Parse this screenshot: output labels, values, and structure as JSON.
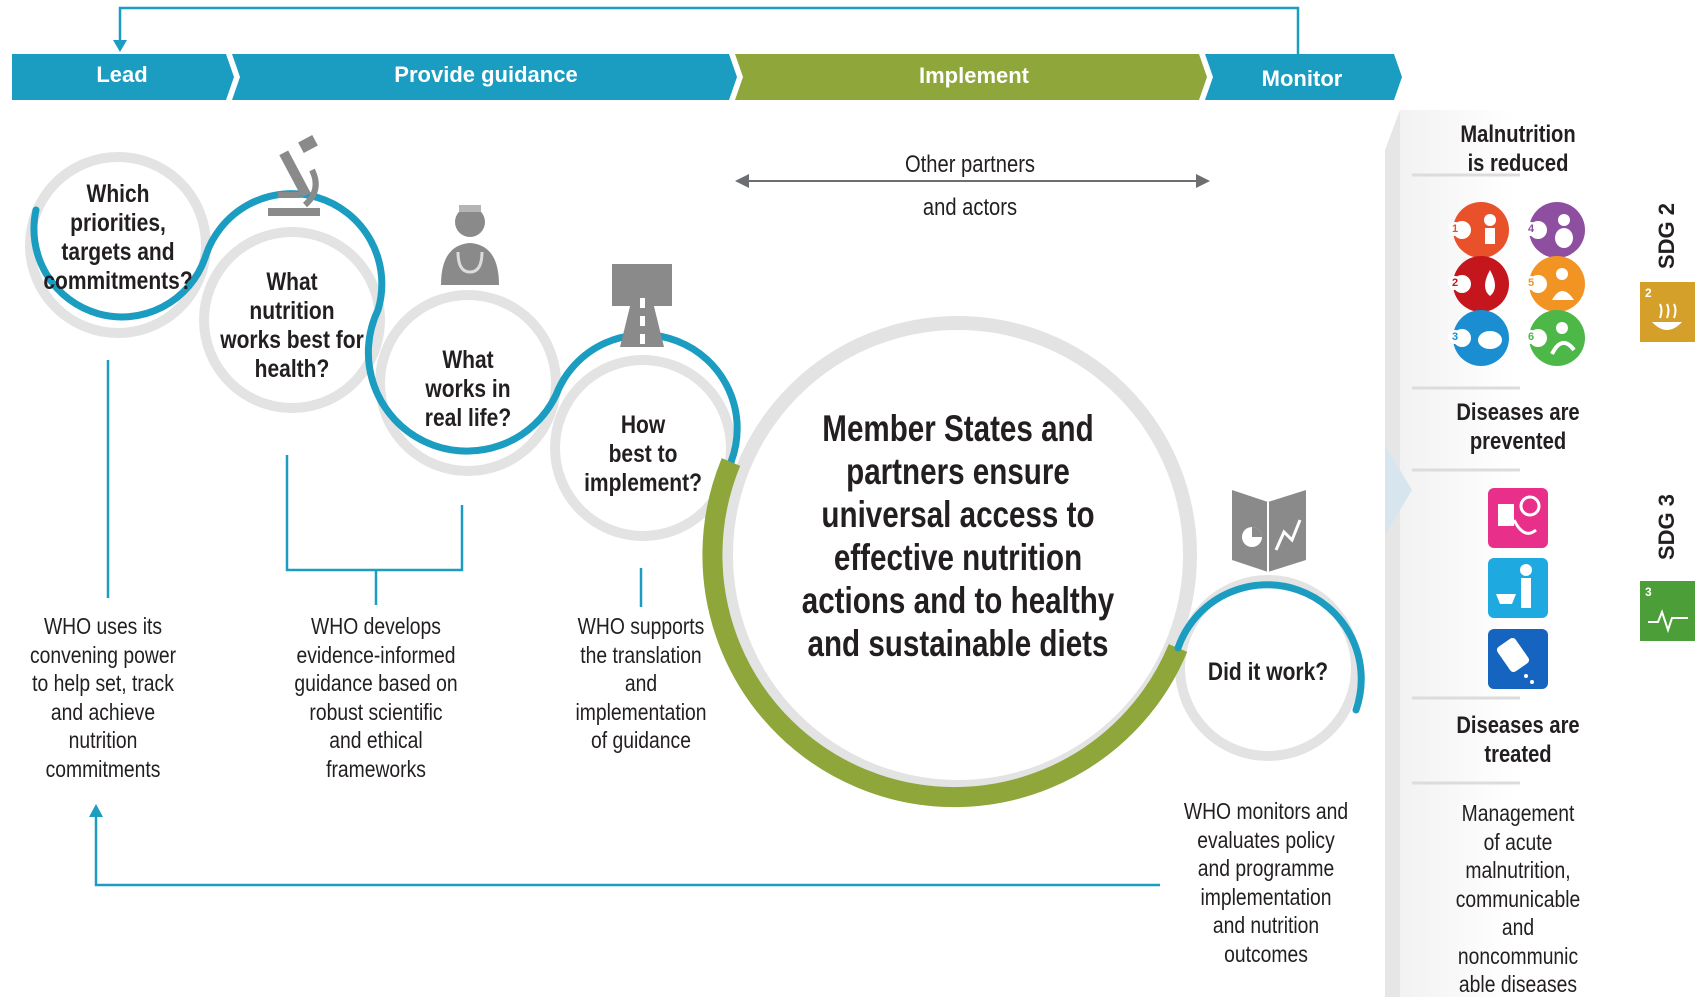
{
  "stages": [
    {
      "label": "Lead",
      "color": "#1b9cc1"
    },
    {
      "label": "Provide guidance",
      "color": "#1b9cc1"
    },
    {
      "label": "Implement",
      "color": "#8ea63a"
    },
    {
      "label": "Monitor",
      "color": "#1b9cc1"
    }
  ],
  "questions": {
    "lead": "Which\npriorities,\ntargets and\ncommitments?",
    "nutrition": "What\nnutrition\nworks best for\nhealth?",
    "real_life": "What\nworks in\nreal life?",
    "implement": "How\nbest to\nimplement?",
    "did_it_work": "Did it work?"
  },
  "descriptions": {
    "lead": "WHO uses its\nconvening power\nto help set, track\nand achieve\nnutrition\ncommitments",
    "guidance": "WHO develops\nevidence-informed\nguidance based on\nrobust scientific\nand ethical\nframeworks",
    "translation": "WHO supports\nthe  translation\nand\nimplementation\nof guidance",
    "monitor": "WHO monitors and\nevaluates policy\nand programme\nimplementation\nand nutrition\noutcomes"
  },
  "partners": "Other partners\nand actors",
  "central": "Member States and\npartners ensure\nuniversal access to\neffective nutrition\nactions and to healthy\nand sustainable diets",
  "outcomes": {
    "malnutrition": "Malnutrition\nis reduced",
    "prevented": "Diseases are\nprevented",
    "treated": "Diseases are\ntreated",
    "management": "Management\nof acute\nmalnutrition,\ncommunicable\nand\nnoncommunic\nable diseases"
  },
  "nutrition_targets": [
    {
      "num": "1",
      "color": "#e8512a",
      "icon": "stunting-icon"
    },
    {
      "num": "4",
      "color": "#8e4fa0",
      "icon": "overweight-icon"
    },
    {
      "num": "2",
      "color": "#c4161c",
      "icon": "anaemia-icon"
    },
    {
      "num": "5",
      "color": "#f29423",
      "icon": "breastfeeding-icon"
    },
    {
      "num": "3",
      "color": "#1b8ed1",
      "icon": "low-birthweight-icon"
    },
    {
      "num": "6",
      "color": "#4db848",
      "icon": "wasting-icon"
    }
  ],
  "prevention_icons": [
    {
      "color": "#e8308a",
      "icon": "blood-pressure-icon"
    },
    {
      "color": "#1fa9e1",
      "icon": "hygiene-icon"
    },
    {
      "color": "#1565c0",
      "icon": "salt-icon"
    }
  ],
  "sdgs": [
    {
      "label": "SDG 2",
      "num": "2",
      "color": "#d4a029",
      "icon": "zero-hunger-icon"
    },
    {
      "label": "SDG 3",
      "num": "3",
      "color": "#4c9f38",
      "icon": "good-health-icon"
    }
  ],
  "colors": {
    "blue": "#1b9cc1",
    "green": "#8ea63a",
    "grey": "#e3e3e3",
    "icon_grey": "#8a8a8a"
  }
}
